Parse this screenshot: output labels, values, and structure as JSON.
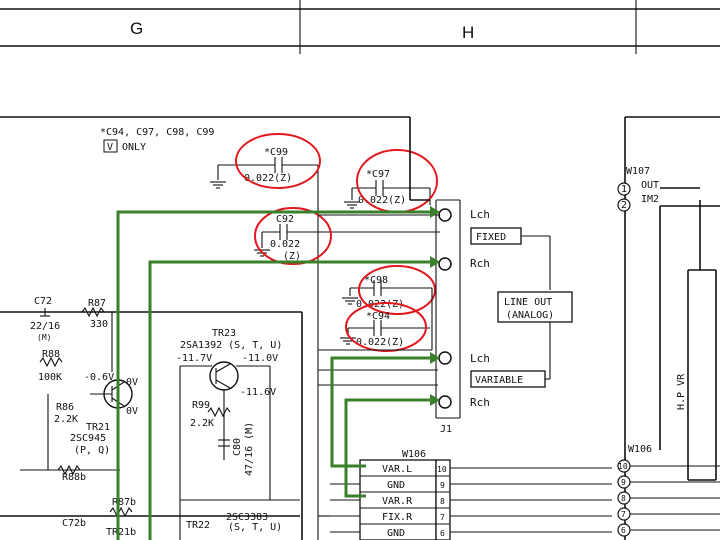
{
  "header": {
    "col_g": "G",
    "col_h": "H"
  },
  "note": {
    "line1": "*C94, C97, C98, C99",
    "v_box": "V",
    "only": "ONLY"
  },
  "caps": {
    "c99": {
      "name": "*C99",
      "value": "0.022(Z)"
    },
    "c97": {
      "name": "*C97",
      "value": "0.022(Z)"
    },
    "c92": {
      "name": "C92",
      "value": "0.022",
      "suffix": "(Z)"
    },
    "c98": {
      "name": "*C98",
      "value": "0.022(Z)"
    },
    "c94": {
      "name": "*C94",
      "value": "0.022(Z)"
    }
  },
  "jack": {
    "name": "J1",
    "lch_top": "Lch",
    "rch_top": "Rch",
    "lch_bot": "Lch",
    "rch_bot": "Rch",
    "fixed": "FIXED",
    "variable": "VARIABLE",
    "line_out": "LINE OUT",
    "analog": "(ANALOG)"
  },
  "w107": {
    "name": "W107",
    "out": "OUT",
    "im2": "IM2",
    "pin1": "1",
    "pin2": "2"
  },
  "w106": {
    "name": "W106",
    "rows": [
      {
        "label": "VAR.L",
        "pin": "10"
      },
      {
        "label": "GND",
        "pin": "9"
      },
      {
        "label": "VAR.R",
        "pin": "8"
      },
      {
        "label": "FIX.R",
        "pin": "7"
      },
      {
        "label": "GND",
        "pin": "6"
      }
    ]
  },
  "w106_right": {
    "name": "W106",
    "pins": [
      "10",
      "9",
      "8",
      "7",
      "6"
    ]
  },
  "hp_vr": "H.P VR",
  "left": {
    "c72": "C72",
    "c72_val": "22/16",
    "c72_sub": "(M)",
    "r87": "R87",
    "r87_val": "330",
    "r88": "R88",
    "r88_val": "100K",
    "v_neg06": "-0.6V",
    "ov1": "0V",
    "ov2": "0V",
    "r86": "R86",
    "r86_val": "2.2K",
    "tr21": "TR21",
    "tr21_type": "2SC945",
    "tr21_var": "(P, Q)",
    "r88b": "R88b",
    "r87b": "R87b",
    "c72b": "C72b",
    "tr21b": "TR21b"
  },
  "mid": {
    "tr23": "TR23",
    "tr23_type": "2SA1392 (S, T, U)",
    "v117": "-11.7V",
    "v110": "-11.0V",
    "v116": "-11.6V",
    "r99": "R99",
    "r99_val": "2.2K",
    "c80": "C80",
    "c80_val": "47/16 (M)",
    "tr22": "TR22",
    "tr22_type": "2SC3383",
    "tr22_var": "(S, T, U)"
  },
  "colors": {
    "annotation_green": "#3a7f2a",
    "annotation_red": "#e0181e",
    "ink": "#111111"
  }
}
